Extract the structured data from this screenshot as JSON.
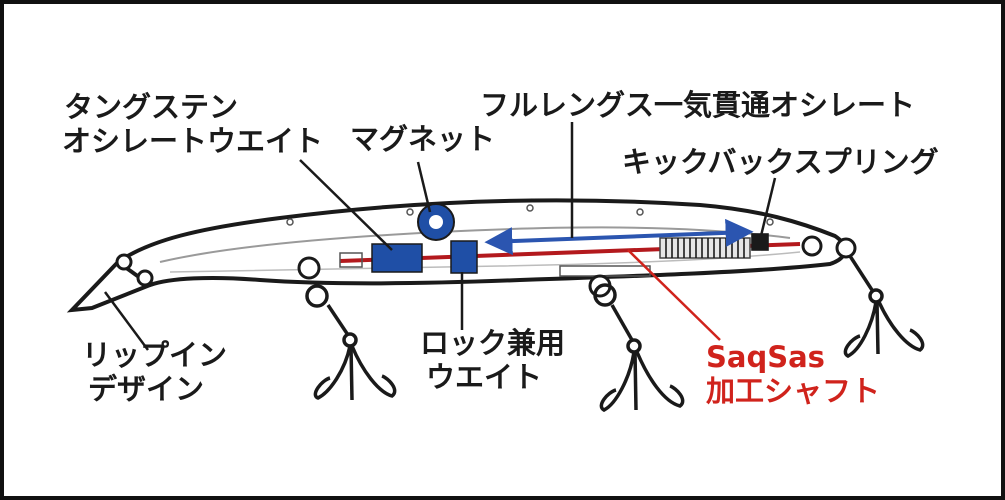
{
  "labels": {
    "tungsten_line1": "タングステン",
    "tungsten_line2": "オシレートウエイト",
    "magnet": "マグネット",
    "fulllength": "フルレングス一気貫通オシレート",
    "kickback": "キックバックスプリング",
    "lip_line1": "リップイン",
    "lip_line2": "デザイン",
    "lock_line1": "ロック兼用",
    "lock_line2": "ウエイト",
    "shaft_line1": "SaqSas",
    "shaft_line2": "加工シャフト"
  },
  "colors": {
    "outline": "#1a1a1a",
    "weight_blue": "#1f4fa6",
    "arrow_blue": "#2b55b0",
    "shaft_red": "#b3191d",
    "label_red": "#d0231c"
  }
}
